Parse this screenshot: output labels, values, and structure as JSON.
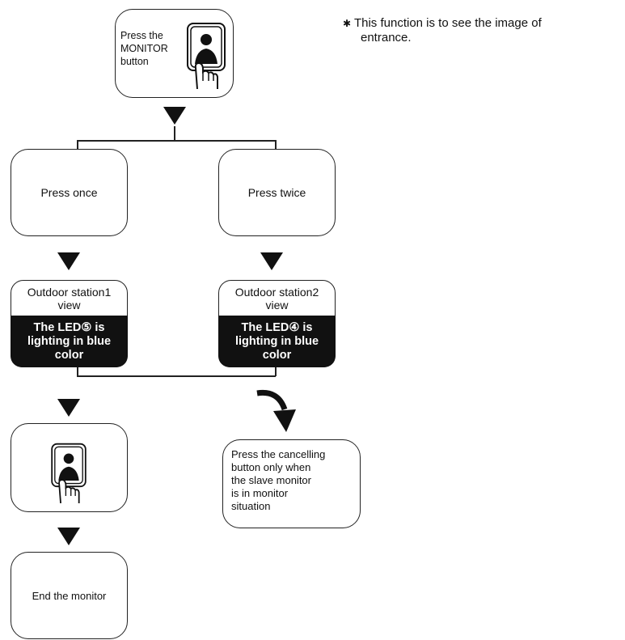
{
  "note": {
    "symbol": "✱",
    "line1": "This function is to see the image of",
    "line2": "entrance."
  },
  "start": {
    "lines": [
      "Press the",
      "MONITOR",
      "button"
    ],
    "icon": "monitor-button-hand-icon"
  },
  "press_once": {
    "label": "Press once"
  },
  "press_twice": {
    "label": "Press twice"
  },
  "station1": {
    "title_lines": [
      "Outdoor station1",
      "view"
    ],
    "status_lines": [
      "The LED⑤ is",
      "lighting  in blue",
      "color"
    ]
  },
  "station2": {
    "title_lines": [
      "Outdoor station2",
      "view"
    ],
    "status_lines": [
      "The LED④ is",
      "lighting  in blue",
      "color"
    ]
  },
  "press_again": {
    "icon": "monitor-button-hand-icon"
  },
  "cancel_note": {
    "lines": [
      "Press the cancelling",
      "button only when",
      "the slave monitor",
      "is in monitor",
      "situation"
    ]
  },
  "end": {
    "label": "End the monitor"
  },
  "colors": {
    "ink": "#111111",
    "background": "#ffffff"
  }
}
